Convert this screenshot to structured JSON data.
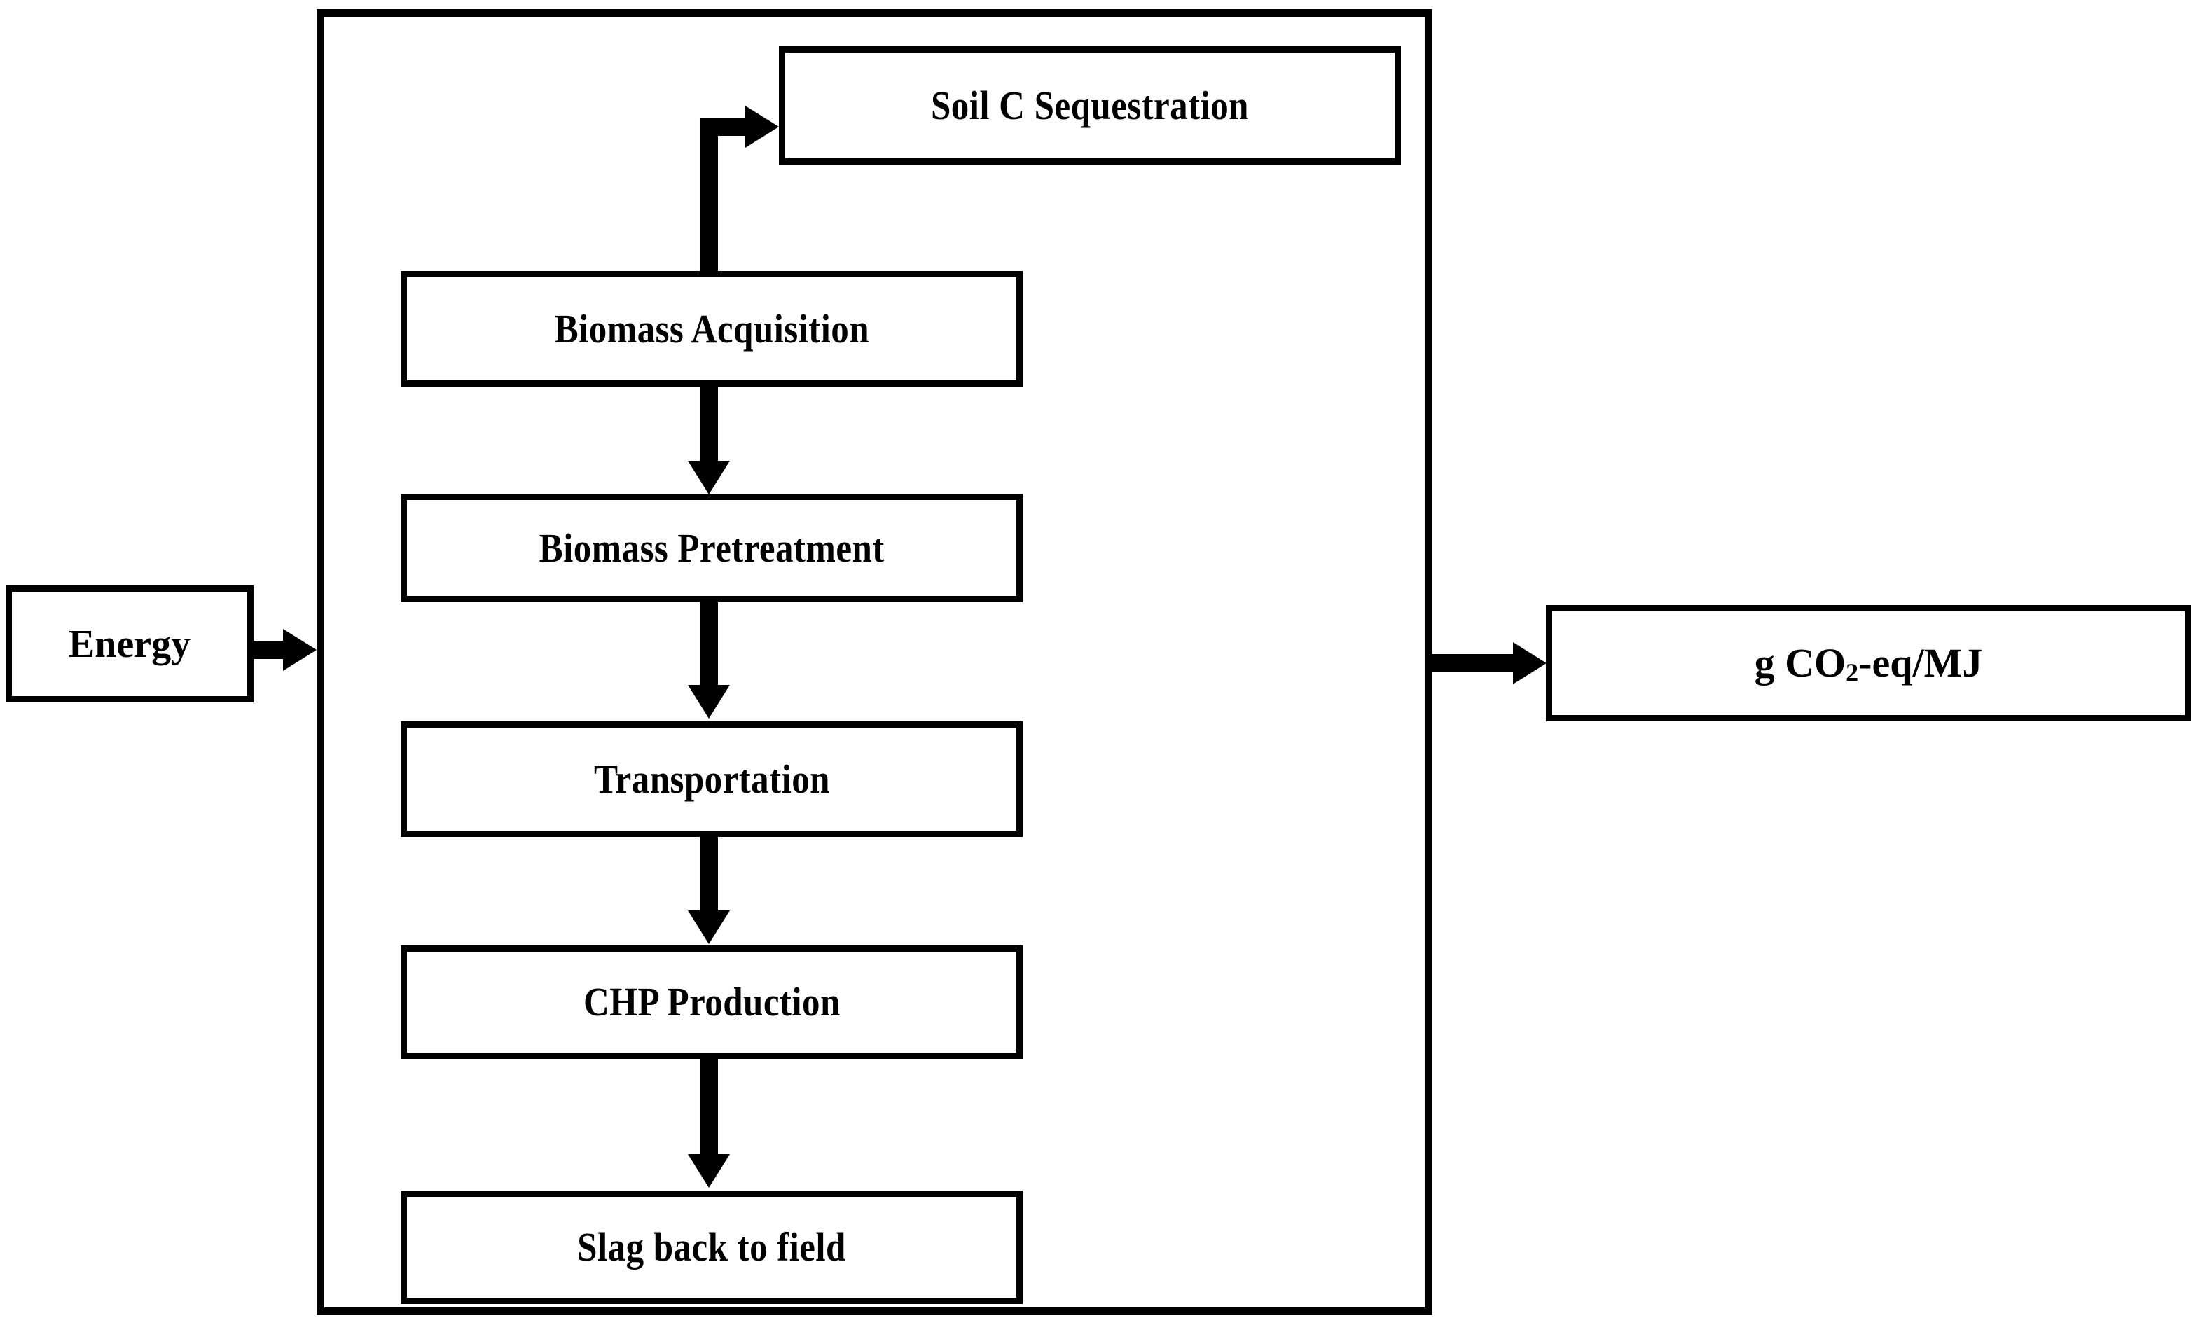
{
  "diagram": {
    "title": "Life cycle system boundary flow diagram",
    "colors": {
      "stroke": "#000000",
      "background": "#ffffff"
    },
    "boundary": {
      "name": "system-boundary"
    },
    "inputs": [
      {
        "id": "energy",
        "label": "Energy"
      }
    ],
    "outputs": [
      {
        "id": "impact",
        "label_prefix": "g CO",
        "label_sub": "2",
        "label_suffix": "-eq/MJ"
      }
    ],
    "side_process": {
      "id": "soil-c-sequestration",
      "label": "Soil C Sequestration"
    },
    "process_chain": [
      {
        "id": "biomass-acquisition",
        "label": "Biomass Acquisition"
      },
      {
        "id": "biomass-pretreatment",
        "label": "Biomass Pretreatment"
      },
      {
        "id": "transportation",
        "label": "Transportation"
      },
      {
        "id": "chp-production",
        "label": "CHP Production"
      },
      {
        "id": "slag-back-to-field",
        "label": "Slag back to field"
      }
    ],
    "connectors": [
      {
        "id": "energy-to-boundary",
        "from": "energy",
        "to": "system-boundary",
        "direction": "right"
      },
      {
        "id": "acquisition-to-soil-c",
        "from": "biomass-acquisition",
        "to": "soil-c-sequestration",
        "direction": "elbow-up-right"
      },
      {
        "id": "acquisition-to-pretreatment",
        "from": "biomass-acquisition",
        "to": "biomass-pretreatment",
        "direction": "down"
      },
      {
        "id": "pretreatment-to-transport",
        "from": "biomass-pretreatment",
        "to": "transportation",
        "direction": "down"
      },
      {
        "id": "transport-to-chp",
        "from": "transportation",
        "to": "chp-production",
        "direction": "down"
      },
      {
        "id": "chp-to-slag",
        "from": "chp-production",
        "to": "slag-back-to-field",
        "direction": "down"
      },
      {
        "id": "boundary-to-impact",
        "from": "system-boundary",
        "to": "impact",
        "direction": "right"
      }
    ]
  }
}
